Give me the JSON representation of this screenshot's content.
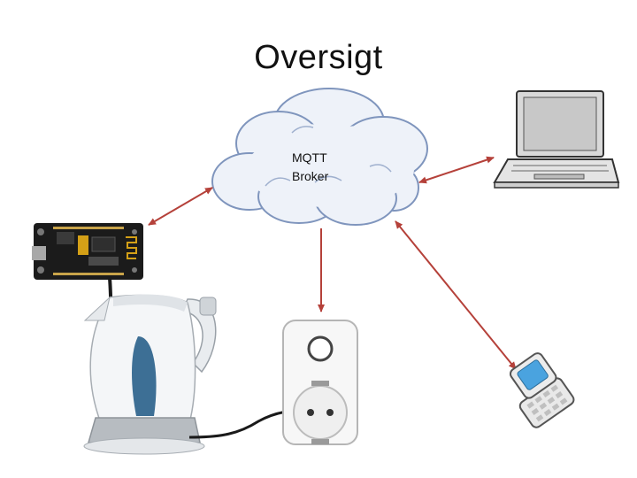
{
  "slide": {
    "title": "Oversigt",
    "broker": {
      "line1": "MQTT",
      "line2": "Broker"
    }
  },
  "colors": {
    "arrow": "#b5413a",
    "cloud_fill": "#eef2f9",
    "cloud_stroke": "#7f95bd",
    "board": "#1b1b1b",
    "kettle_accent": "#3d6f95",
    "phone_screen": "#4aa3df",
    "laptop": "#d9d9d9"
  },
  "icons": [
    "cloud-icon",
    "laptop-icon",
    "microcontroller-board-icon",
    "kettle-icon",
    "smart-plug-icon",
    "flip-phone-icon"
  ]
}
